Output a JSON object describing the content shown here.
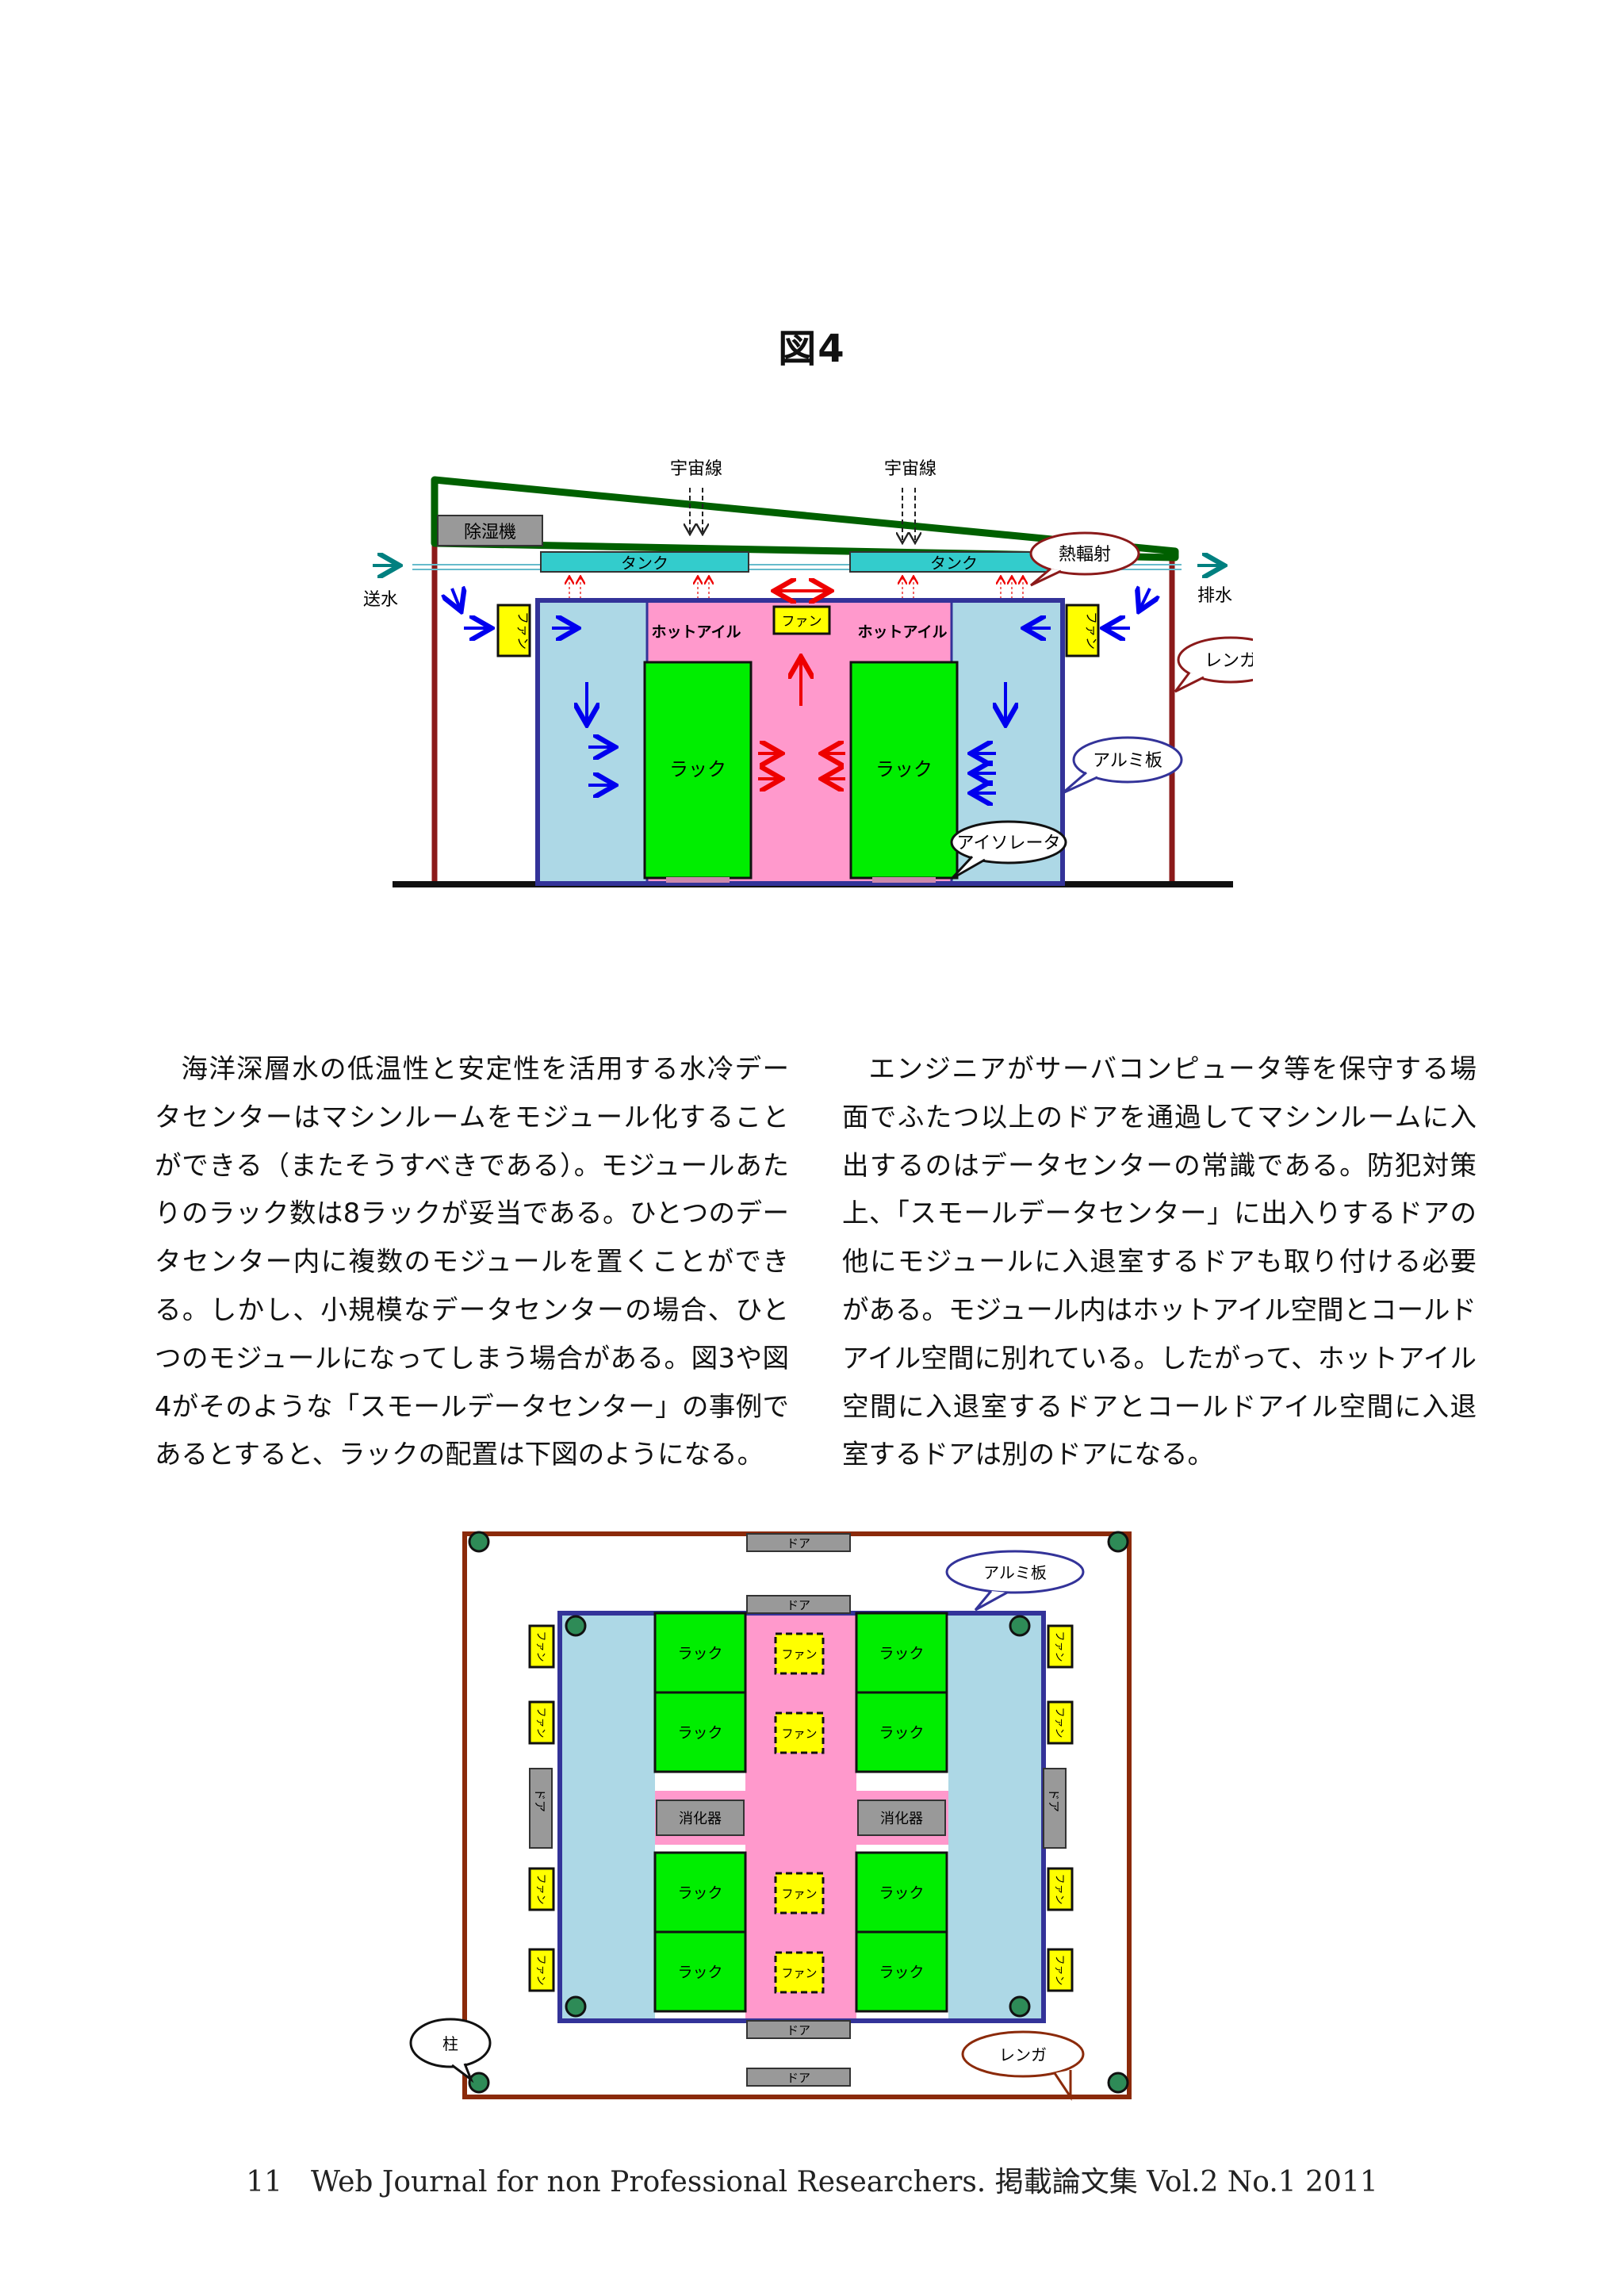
{
  "figure4": {
    "title": "図4",
    "labels": {
      "cosmic_ray_left": "宇宙線",
      "cosmic_ray_right": "宇宙線",
      "dehumidifier": "除湿機",
      "tank_left": "タンク",
      "tank_right": "タンク",
      "heat_radiation": "熱輻射",
      "water_supply": "送水",
      "water_drain": "排水",
      "fan": "ファン",
      "hot_aisle_left": "ホットアイル",
      "hot_aisle_right": "ホットアイル",
      "rack": "ラック",
      "brick": "レンガ",
      "aluminum_plate": "アルミ板",
      "isolator": "アイソレータ"
    }
  },
  "body": {
    "left_paragraph": "海洋深層水の低温性と安定性を活用する水冷データセンターはマシンルームをモジュール化することができる（またそうすべきである）。モジュールあたりのラック数は8ラックが妥当である。ひとつのデータセンター内に複数のモジュールを置くことができる。しかし、小規模なデータセンターの場合、ひとつのモジュールになってしまう場合がある。図3や図4がそのような「スモールデータセンター」の事例であるとすると、ラックの配置は下図のようになる。",
    "right_paragraph": "エンジニアがサーバコンピュータ等を保守する場面でふたつ以上のドアを通過してマシンルームに入出するのはデータセンターの常識である。防犯対策上、「スモールデータセンター」に出入りするドアの他にモジュールに入退室するドアも取り付ける必要がある。モジュール内はホットアイル空間とコールドアイル空間に別れている。したがって、ホットアイル空間に入退室するドアとコールドアイル空間に入退室するドアは別のドアになる。"
  },
  "layout_diagram": {
    "door": "ドア",
    "aluminum_plate": "アルミ板",
    "rack": "ラック",
    "fan": "ファン",
    "extinguisher": "消化器",
    "pillar": "柱",
    "brick": "レンガ"
  },
  "footer": "11　Web Journal for non Professional Researchers.  掲載論文集  Vol.2 No.1 2011",
  "colors": {
    "cold_aisle": "#add8e6",
    "hot_aisle": "#ff99cc",
    "rack": "#00ee00",
    "fan": "#ffff00",
    "tank": "#33cccc",
    "roof": "#006000",
    "brick_wall": "#8b1a1a",
    "module_border": "#333399"
  }
}
